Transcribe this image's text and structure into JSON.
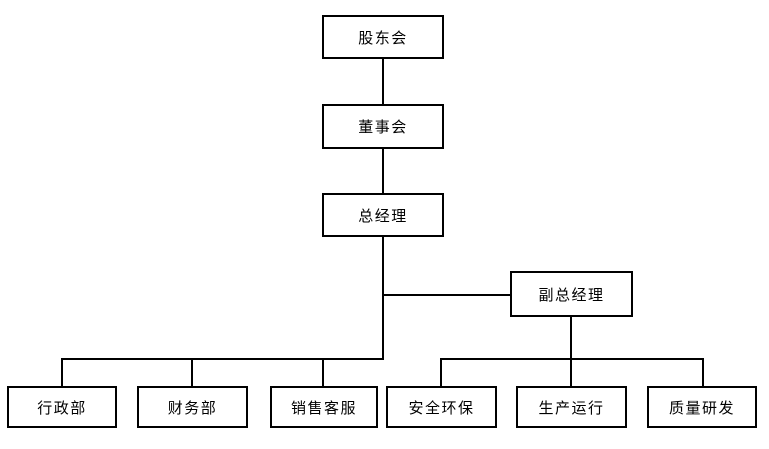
{
  "chart": {
    "title": "",
    "type": "org-chart",
    "colors": {
      "background": "#ffffff",
      "box_border": "#000000",
      "box_fill": "#ffffff",
      "text": "#000000",
      "connector": "#000000"
    },
    "nodes": [
      {
        "id": "shareholders",
        "label": "股东会",
        "level": 1
      },
      {
        "id": "board",
        "label": "董事会",
        "level": 2
      },
      {
        "id": "general-manager",
        "label": "总经理",
        "level": 3
      },
      {
        "id": "deputy-general-manager",
        "label": "副总经理",
        "level": 4
      },
      {
        "id": "admin-dept",
        "label": "行政部",
        "level": 5
      },
      {
        "id": "finance-dept",
        "label": "财务部",
        "level": 5
      },
      {
        "id": "sales-service",
        "label": "销售客服",
        "level": 5
      },
      {
        "id": "safety-environment",
        "label": "安全环保",
        "level": 5
      },
      {
        "id": "production-operation",
        "label": "生产运行",
        "level": 5
      },
      {
        "id": "quality-rd",
        "label": "质量研发",
        "level": 5
      }
    ],
    "edges": [
      {
        "from": "shareholders",
        "to": "board"
      },
      {
        "from": "board",
        "to": "general-manager"
      },
      {
        "from": "general-manager",
        "to": "deputy-general-manager"
      },
      {
        "from": "general-manager",
        "to": "admin-dept"
      },
      {
        "from": "general-manager",
        "to": "finance-dept"
      },
      {
        "from": "general-manager",
        "to": "sales-service"
      },
      {
        "from": "deputy-general-manager",
        "to": "safety-environment"
      },
      {
        "from": "deputy-general-manager",
        "to": "production-operation"
      },
      {
        "from": "deputy-general-manager",
        "to": "quality-rd"
      }
    ]
  }
}
